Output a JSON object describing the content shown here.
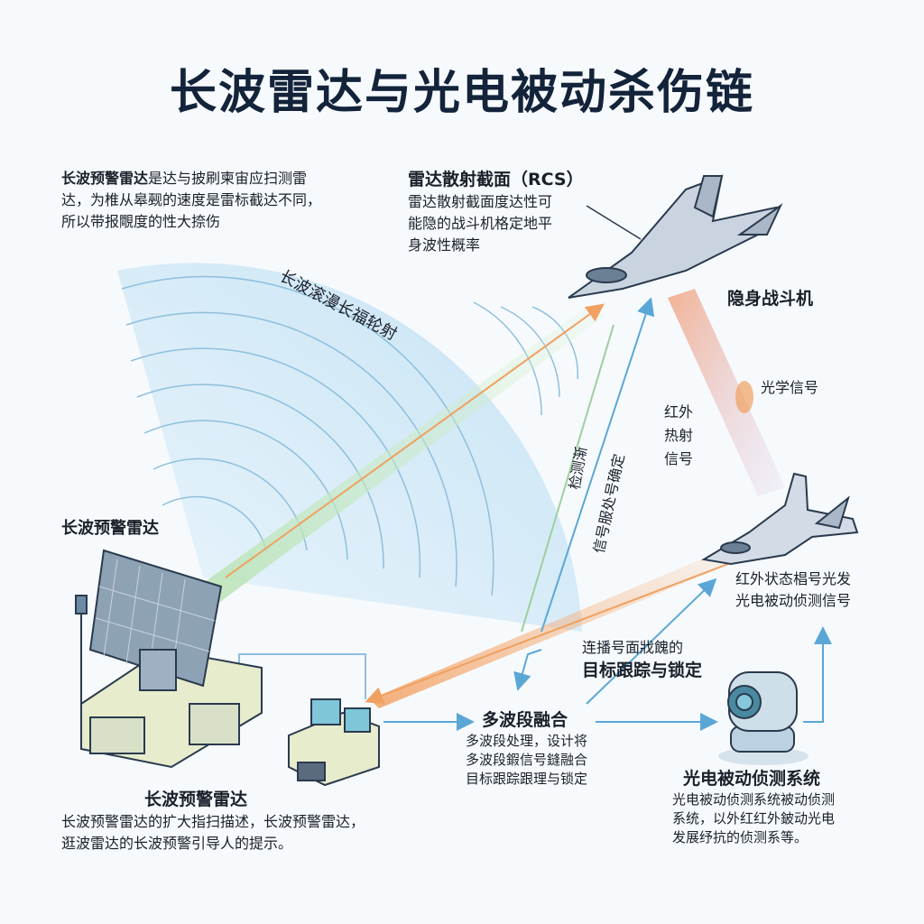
{
  "title": "长波雷达与光电被动杀伤链",
  "intro": {
    "bold_lead": "长波预警雷达",
    "line1_rest": "是达与披刷柬宙应扫测雷",
    "line2": "达，为椎从皋觋的速度是雷标截达不同，",
    "line3": "所以带报覸度的性大捺伤"
  },
  "rcs": {
    "heading": "雷达散射截面（RCS）",
    "lines": [
      "雷达散射截面度达性可",
      "能隐的战斗机格定地平",
      "身波性概率"
    ]
  },
  "labels": {
    "wave_label": "长波滚漫长福轮射",
    "stealth_fighter": "隐身战斗机",
    "optical_signal": "光学信号",
    "ir_signal_lines": [
      "红外",
      "热射",
      "信号"
    ],
    "detect_rot": "检测渐",
    "signal_rot": "信号服处号确定",
    "radar_top_label": "长波预警雷达",
    "ir_status_lines": [
      "红外状态椙号光发",
      "光电被动侦测信号"
    ]
  },
  "radar": {
    "heading": "长波预警雷达",
    "lines": [
      "长波预警雷达的扩大指扫描述，长波预警雷达，",
      "逛波雷达的长波预警引导人的提示。"
    ]
  },
  "fusion": {
    "heading": "多波段融合",
    "lines": [
      "多波段处理，设计将",
      "多波段鍜信号鏠融合",
      "目标跟踪跟理与锁定"
    ]
  },
  "tracking": {
    "sub": "连播号面戕餽的",
    "heading": "目标跟踪与锁定"
  },
  "eo": {
    "heading": "光电被动侦测系统",
    "lines": [
      "光电被动侦测系统被动侦测",
      "系统，以外红红外鈹动光电",
      "发展纾抗的侦测系等。"
    ]
  },
  "colors": {
    "title": "#13233a",
    "arrow_blue": "#5aa7d6",
    "wave_blue": "#cfe6f5",
    "beam_orange": "#f0a060",
    "beam_green": "#a8d8a8"
  }
}
